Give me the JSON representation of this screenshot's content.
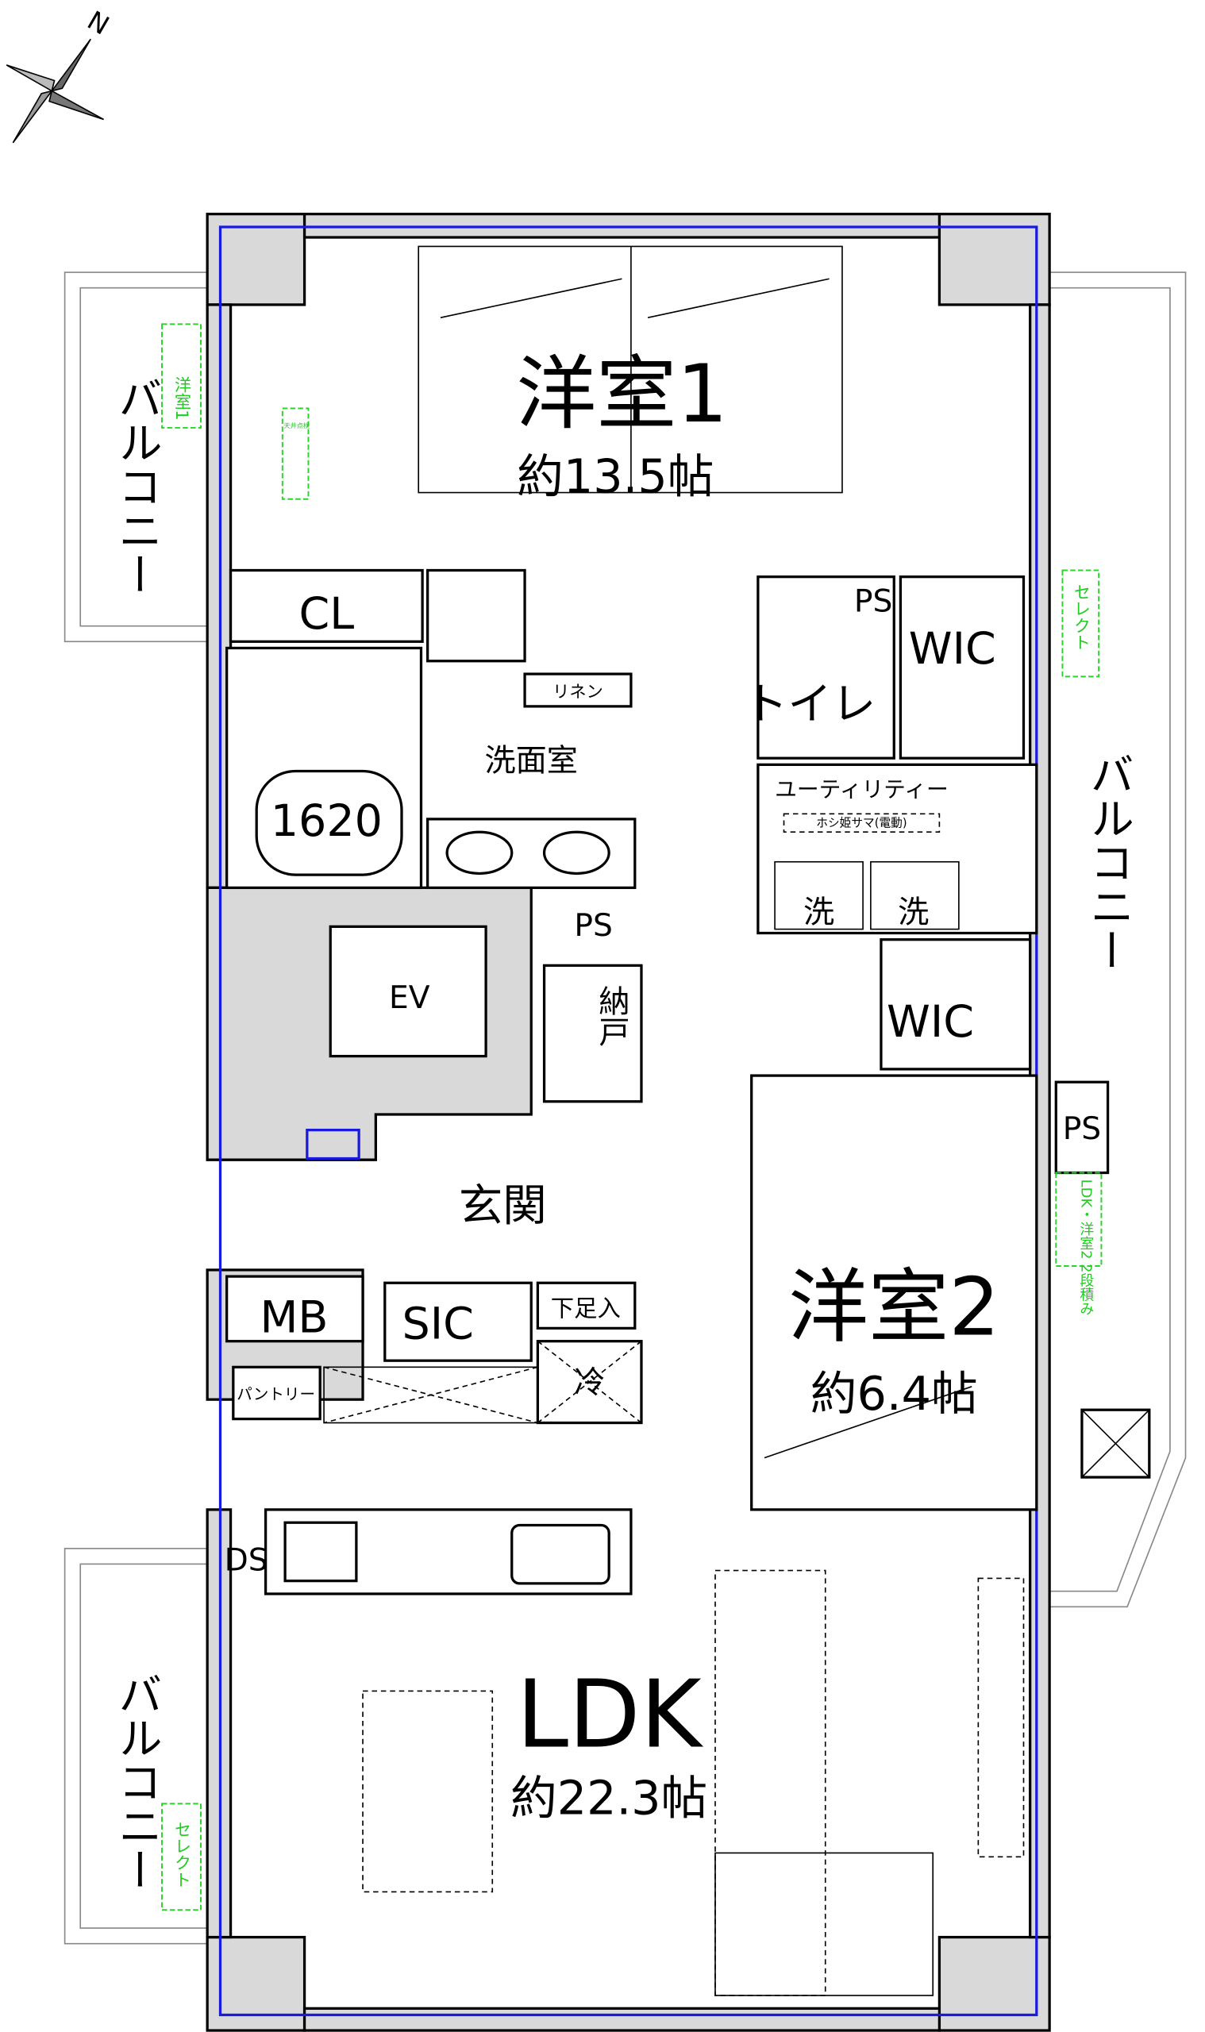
{
  "compass": {
    "north_label": "N"
  },
  "rooms": {
    "western1": {
      "name": "洋室1",
      "size": "約13.5帖"
    },
    "western2": {
      "name": "洋室2",
      "size": "約6.4帖"
    },
    "ldk": {
      "name": "LDK",
      "size": "約22.3帖"
    },
    "closet": "CL",
    "bathtub": "1620",
    "linen": "リネン",
    "washroom": "洗面室",
    "ps_center": "PS",
    "elevator": "EV",
    "storage": "納戸",
    "toilet": "トイレ",
    "ps_toilet": "PS",
    "wic1": "WIC",
    "utility": "ユーティリティー",
    "drying_pole": "ホシ姫サマ(電動)",
    "washer1": "洗",
    "washer2": "洗",
    "wic2": "WIC",
    "ps_outer": "PS",
    "entrance": "玄関",
    "mb": "MB",
    "sic": "SIC",
    "shoe_box": "下足入",
    "fridge": "冷",
    "pantry": "パントリー",
    "ds": "DS"
  },
  "balconies": [
    "バルコニー",
    "バルコニー",
    "バルコニー"
  ],
  "green_notes": {
    "western1": "洋室1",
    "select_right": "セレクト",
    "select_left": "セレクト",
    "ldk_western2": "LDK・洋室2 2段積み",
    "inspection": "天井点検"
  },
  "colors": {
    "wall": "#d9d9d9",
    "insulation": "#1a1adf",
    "note": "#22cc22"
  }
}
